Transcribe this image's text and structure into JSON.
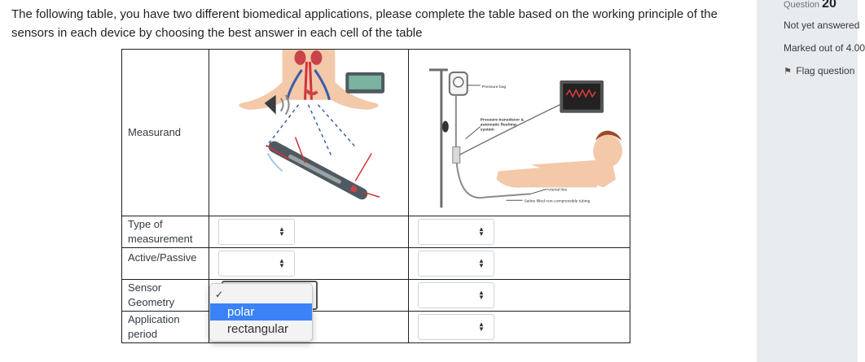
{
  "question": {
    "text": "The following table, you have two different biomedical applications, please complete the table based on the working principle of the sensors in each device by choosing the best answer in each cell of the table"
  },
  "info": {
    "question_label": "Question",
    "question_number": "20",
    "state": "Not yet answered",
    "grade": "Marked out of 4.00",
    "flag_label": "Flag question"
  },
  "table": {
    "rows": [
      {
        "label": "Measurand"
      },
      {
        "label": "Type of measurement"
      },
      {
        "label": "Active/Passive"
      },
      {
        "label": "Sensor Geometry"
      },
      {
        "label": "Application period"
      }
    ],
    "device2_labels": {
      "pressure_bag": "Pressure bag",
      "transducer": "Pressure transducer & automatic flushing system",
      "arterial_line": "Arterial line",
      "tubing": "Saline filled non-compressible tubing"
    }
  },
  "dropdown": {
    "options": [
      {
        "label": ""
      },
      {
        "label": "polar"
      },
      {
        "label": "rectangular"
      }
    ],
    "highlighted_index": 1
  },
  "colors": {
    "highlight": "#3b82f6",
    "side_panel_bg": "#e9ecef",
    "skin": "#f3c9a9",
    "artery_red": "#d0343b",
    "vein_blue": "#3a5da8"
  }
}
